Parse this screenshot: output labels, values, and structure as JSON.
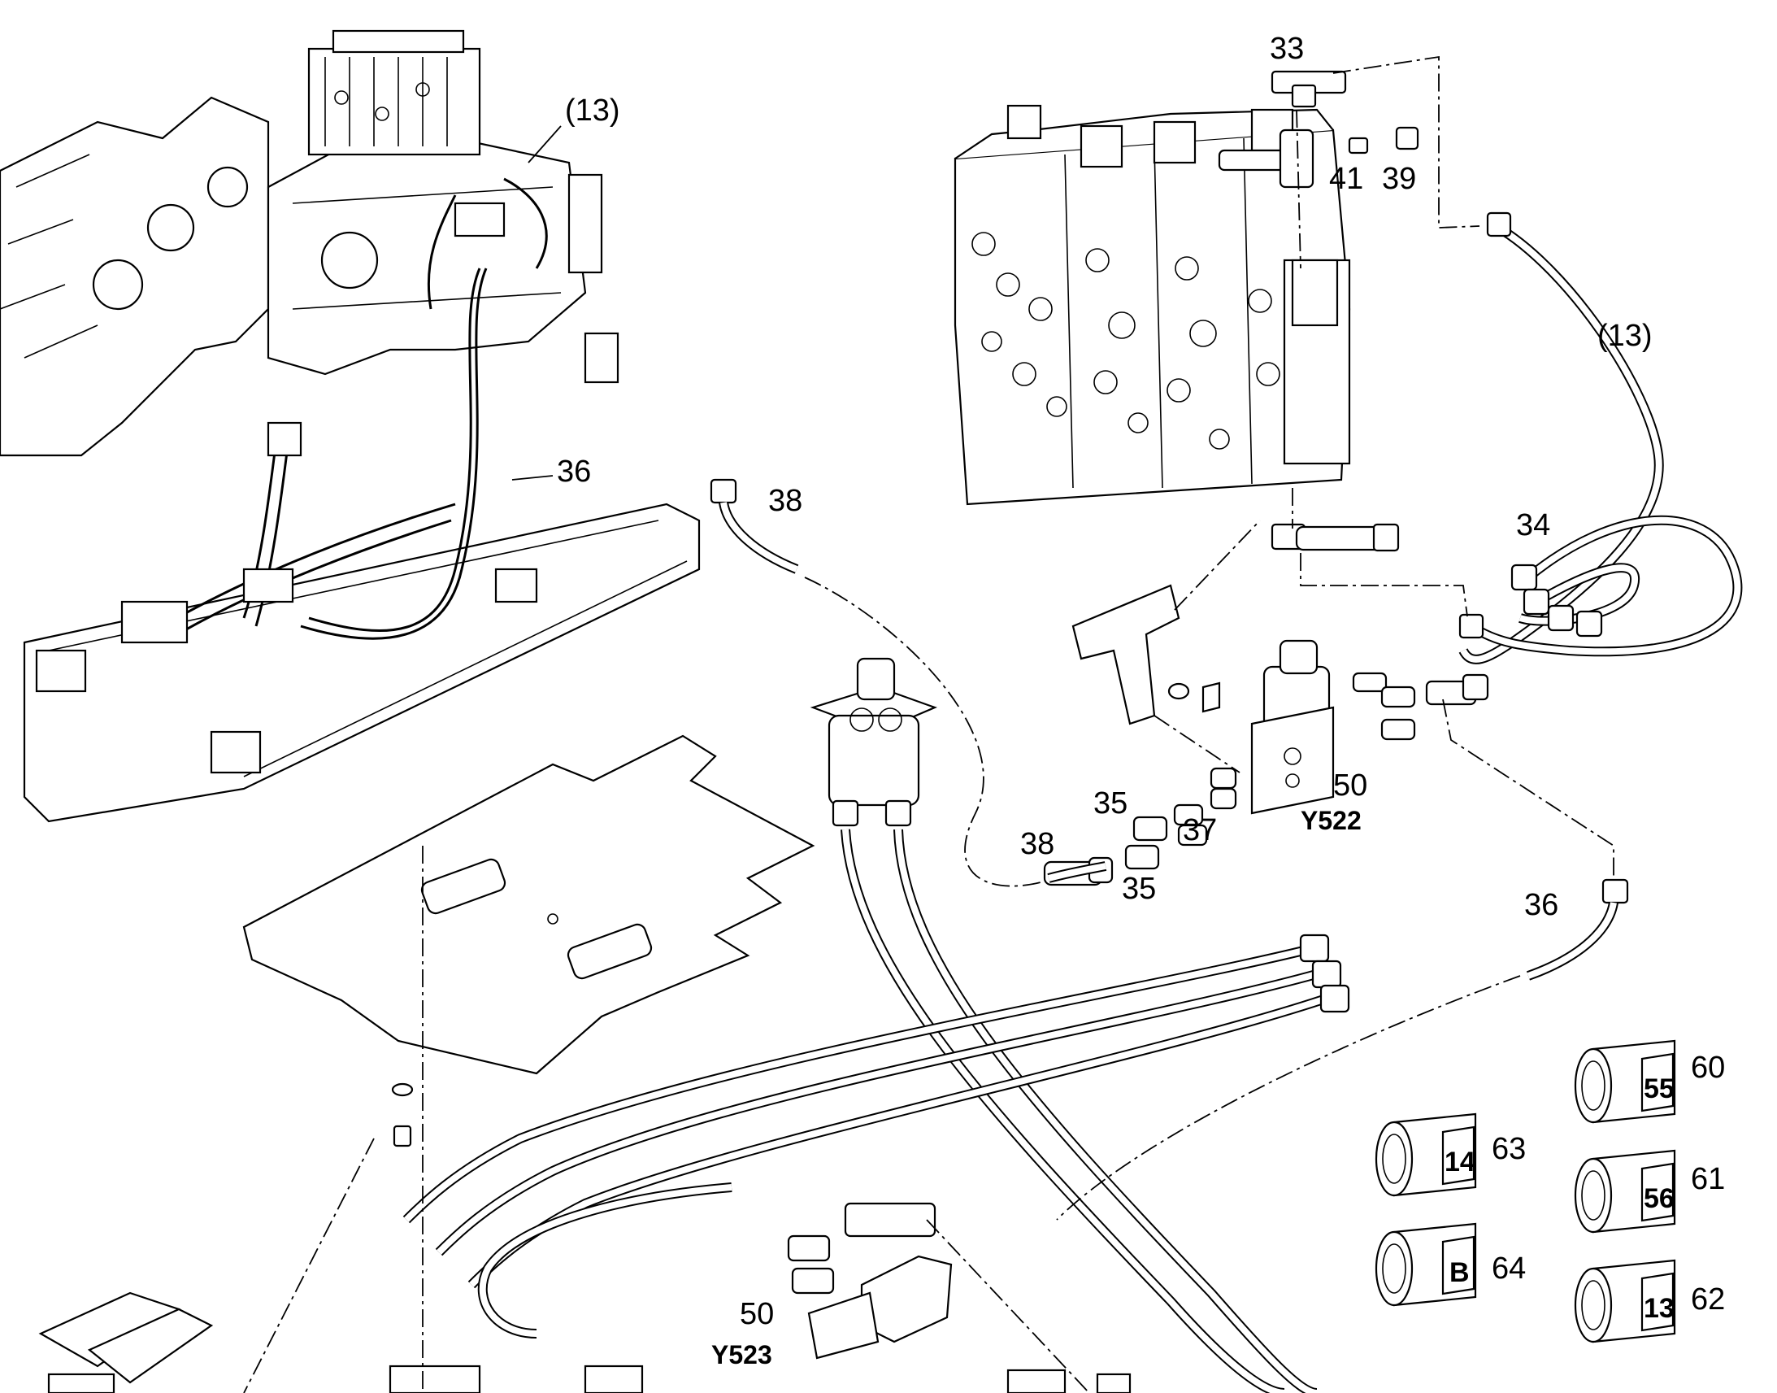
{
  "callouts": {
    "c13_top": "(13)",
    "c13_right": "(13)",
    "c33": "33",
    "c41": "41",
    "c39": "39",
    "c36_left": "36",
    "c36_right": "36",
    "c38_top": "38",
    "c38_bottom": "38",
    "c34": "34",
    "c35_a": "35",
    "c35_b": "35",
    "c37": "37",
    "c50_top": "50",
    "c50_bottom": "50",
    "y522": "Y522",
    "y523": "Y523",
    "c60": "60",
    "c61": "61",
    "c62": "62",
    "c63": "63",
    "c64": "64"
  },
  "badges": {
    "b55": "55",
    "b56": "56",
    "b13": "13",
    "b14": "14",
    "bB": "B"
  }
}
